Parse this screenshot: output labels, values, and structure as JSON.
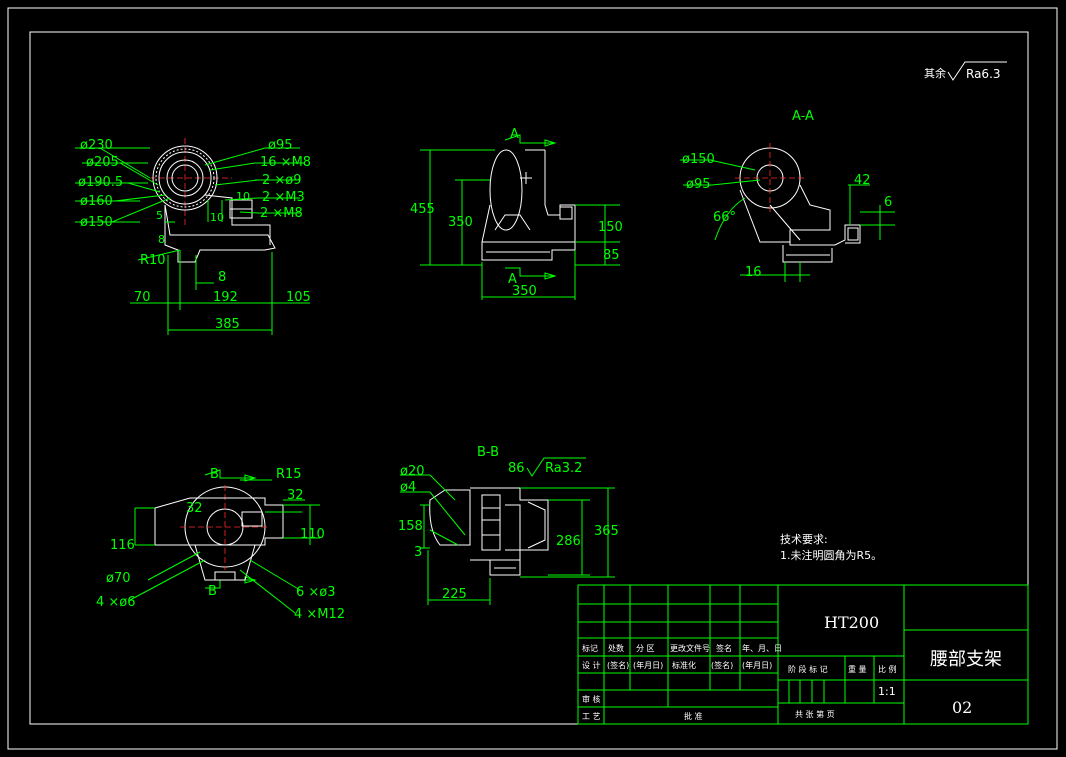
{
  "roughness_note": {
    "prefix": "其余",
    "value": "Ra6.3"
  },
  "view_front": {
    "dims": [
      "ø230",
      "ø205",
      "ø190.5",
      "ø160",
      "ø150",
      "ø95",
      "16 ×M8",
      "2 ×ø9",
      "2 ×M3",
      "2 ×M8",
      "10",
      "10",
      "5",
      "8",
      "R10",
      "8",
      "70",
      "192",
      "105",
      "385"
    ]
  },
  "view_side": {
    "section_mark": "A",
    "dims": [
      "455",
      "350",
      "150",
      "85",
      "350"
    ]
  },
  "view_aa": {
    "title": "A-A",
    "dims": [
      "ø150",
      "ø95",
      "66°",
      "42",
      "6",
      "16"
    ]
  },
  "view_bottom": {
    "section_mark": "B",
    "dims": [
      "R15",
      "32",
      "32",
      "116",
      "110",
      "ø70",
      "4 ×ø6",
      "6 ×ø3",
      "4 ×M12"
    ]
  },
  "view_bb": {
    "title": "B-B",
    "roughness": {
      "prefix": "86",
      "value": "Ra3.2"
    },
    "dims": [
      "ø20",
      "ø4",
      "158",
      "3",
      "286",
      "365",
      "225"
    ]
  },
  "tech_req": {
    "title": "技术要求:",
    "line1": "1.未注明圆角为R5。"
  },
  "title_block": {
    "material": "HT200",
    "part_name": "腰部支架",
    "drawing_no": "02",
    "scale": "1:1",
    "row_labels_a": [
      "标记",
      "处数",
      "分 区",
      "更改文件号",
      "签名",
      "年、月、日"
    ],
    "row_labels_b": [
      "设 计",
      "(签名)",
      "(年月日)",
      "标准化",
      "(签名)",
      "(年月日)"
    ],
    "stage_labels": [
      "阶 段 标 记",
      "重 量",
      "比 例"
    ],
    "review": "审 核",
    "process": "工 艺",
    "approve": "批 准",
    "sheets": "共    张    第    页"
  }
}
